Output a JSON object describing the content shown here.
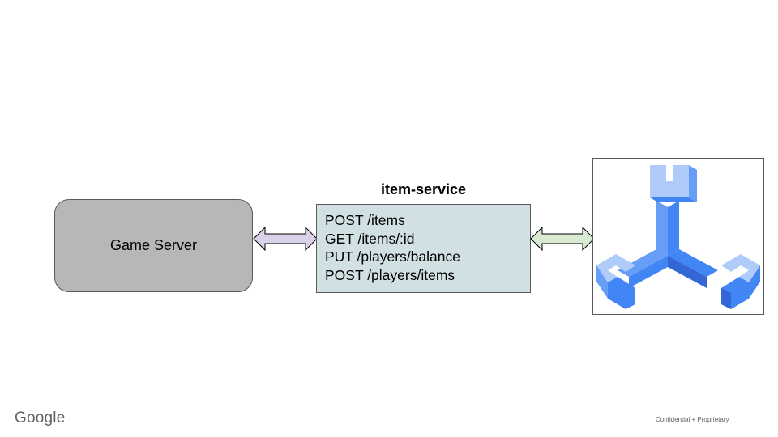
{
  "nodes": {
    "game_server": {
      "label": "Game Server"
    },
    "item_service": {
      "title": "item-service",
      "endpoints": [
        "POST /items",
        "GET /items/:id",
        "PUT /players/balance",
        "POST /players/items"
      ]
    },
    "spanner_logo": {
      "icon": "cloud-spanner-icon"
    }
  },
  "footer": {
    "logo_text": "Google",
    "note": "Confidential + Proprietary"
  },
  "colors": {
    "game_server_fill": "#b7b7b7",
    "service_fill": "#d0e0e3",
    "arrow_left_fill": "#d9d2e9",
    "arrow_right_fill": "#d9ead3",
    "logo_light_blue": "#aecbfa",
    "logo_mid_blue": "#669df6",
    "logo_dark_blue": "#4285f4"
  }
}
